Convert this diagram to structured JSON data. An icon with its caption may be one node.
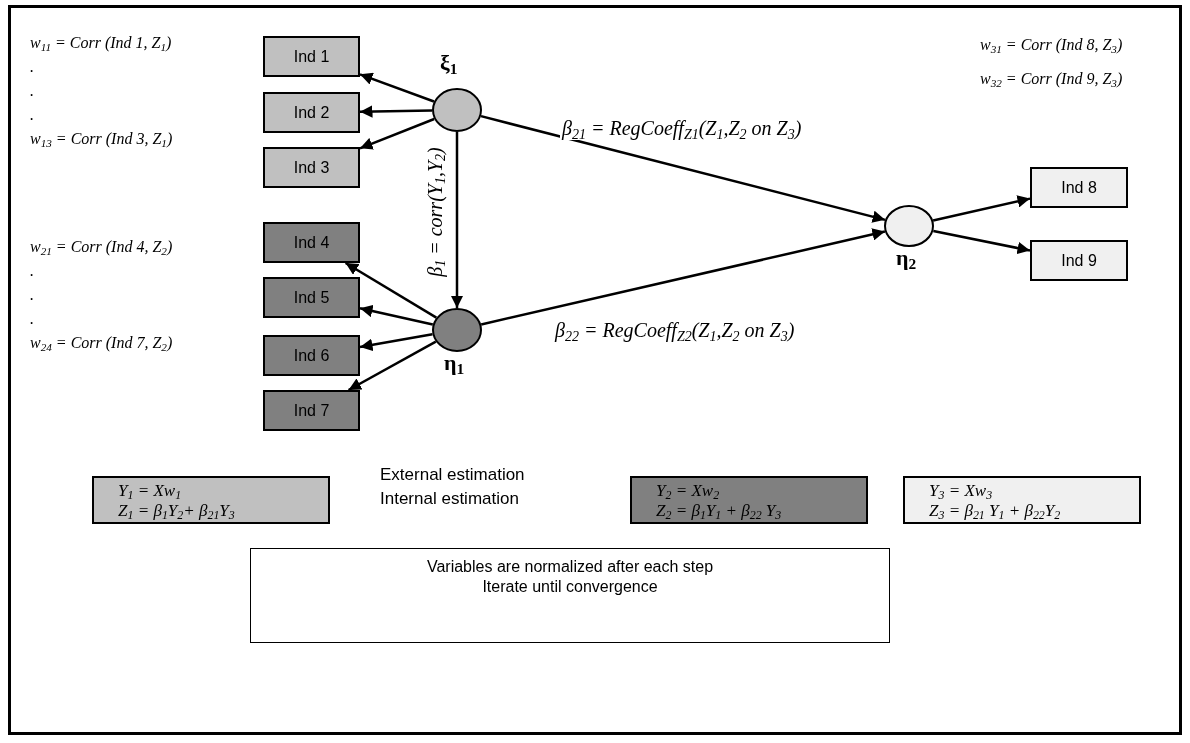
{
  "diagram": {
    "nodes": [
      {
        "text": [
          "Ind 1"
        ]
      },
      {
        "text": [
          "Ind 2"
        ]
      },
      {
        "text": [
          "Ind 3"
        ]
      },
      {
        "text": [
          "Ind 4"
        ]
      },
      {
        "text": [
          "Ind 5"
        ]
      },
      {
        "text": [
          "Ind 6"
        ]
      },
      {
        "text": [
          "Ind 7"
        ]
      },
      {
        "text": [
          "ξ$_{1}$"
        ]
      },
      {
        "text": [
          "η$_{1}$"
        ]
      },
      {
        "text": [
          "η$_{2}$"
        ]
      },
      {
        "text": [
          "Ind 8"
        ]
      },
      {
        "text": [
          "Ind 9"
        ]
      },
      {
        "text": [
          "Y$_{1}$ = Xw$_{1}$",
          "Z$_{1}$ = β$_{1}$Y$_{2}$+ β$_{21}$Y$_{3}$"
        ]
      },
      {
        "text": [
          "Y$_{2}$ = Xw$_{2}$",
          "Z$_{2}$ = β$_{1}$Y$_{1}$ + β$_{22}$ Y$_{3}$"
        ]
      },
      {
        "text": [
          "Y$_{3}$ = Xw$_{3}$",
          "Z$_{3}$ = β$_{21}$ Y$_{1}$ + β$_{22}$Y$_{2}$"
        ]
      },
      {
        "text": [
          "Variables are normalized after each step Iterate until convergence"
        ]
      }
    ],
    "edges": [
      {
        "from": 7,
        "to": 0,
        "arrow": "to"
      },
      {
        "from": 7,
        "to": 1,
        "arrow": "to"
      },
      {
        "from": 7,
        "to": 2,
        "arrow": "to"
      },
      {
        "from": 7,
        "to": 8,
        "arrow": "to",
        "label": "β$_{1}$ = corr(Y$_{1}$,Y$_{2}$)"
      },
      {
        "from": 8,
        "to": 3,
        "arrow": "to"
      },
      {
        "from": 8,
        "to": 4,
        "arrow": "to"
      },
      {
        "from": 8,
        "to": 5,
        "arrow": "to"
      },
      {
        "from": 8,
        "to": 6,
        "arrow": "to"
      },
      {
        "from": 7,
        "to": 9,
        "arrow": "to",
        "label": "β$_{21}$ = RegCoeff$_{Z1}$(Z$_{1}$,Z$_{2}$ on Z$_{3}$)"
      },
      {
        "from": 8,
        "to": 9,
        "arrow": "to",
        "label": "β$_{22}$ = RegCoeff$_{Z2}$(Z$_{1}$,Z$_{2}$ on Z$_{3}$)"
      },
      {
        "from": 9,
        "to": 10,
        "arrow": "to"
      },
      {
        "from": 9,
        "to": 11,
        "arrow": "to"
      }
    ],
    "labels": [
      "w$_{11}$ = Corr (Ind 1, Z$_{1}$)",
      ".",
      ".",
      ".",
      "w$_{13}$ = Corr (Ind 3, Z$_{1}$)",
      "w$_{21}$ = Corr (Ind 4, Z$_{2}$)",
      ".",
      ".",
      ".",
      "w$_{24}$ = Corr (Ind 7, Z$_{2}$)",
      "w$_{31}$ = Corr (Ind 8, Z$_{3}$)",
      "w$_{32}$ = Corr (Ind 9, Z$_{3}$)",
      "External estimation",
      "Internal estimation"
    ]
  }
}
